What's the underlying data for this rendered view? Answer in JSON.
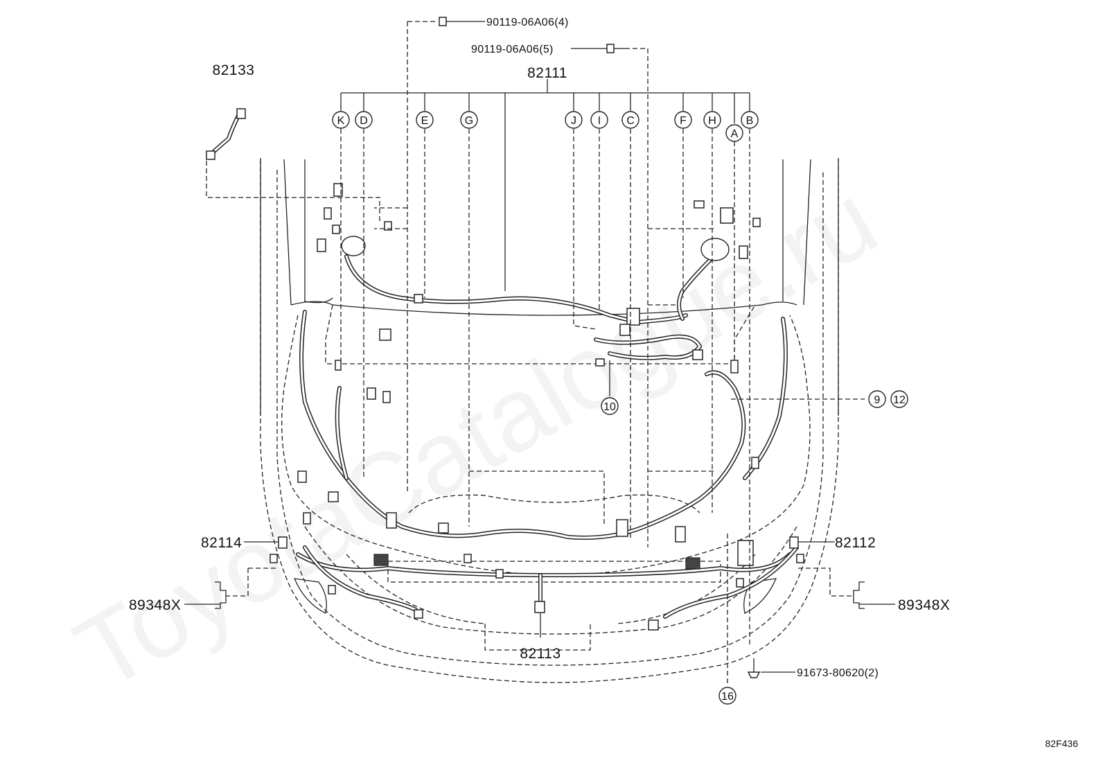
{
  "watermark": "ToyotaCatalogue.ru",
  "drawing_code": "82F436",
  "part_numbers": {
    "main_harness": "82111",
    "sub_harness_left": "82114",
    "sub_harness_right": "82112",
    "bumper_harness": "82113",
    "sensor_wire": "82133",
    "bracket_left": "89348X",
    "bracket_right": "89348X"
  },
  "fasteners": {
    "clip_top": "90119-06A06(4)",
    "clip_second": "90119-06A06(5)",
    "bolt_bottom": "91673-80620(2)"
  },
  "letter_callouts": [
    "K",
    "D",
    "E",
    "G",
    "J",
    "I",
    "C",
    "F",
    "H",
    "A",
    "B"
  ],
  "number_callouts": {
    "c10": "10",
    "c9": "9",
    "c12": "12",
    "c16": "16"
  }
}
